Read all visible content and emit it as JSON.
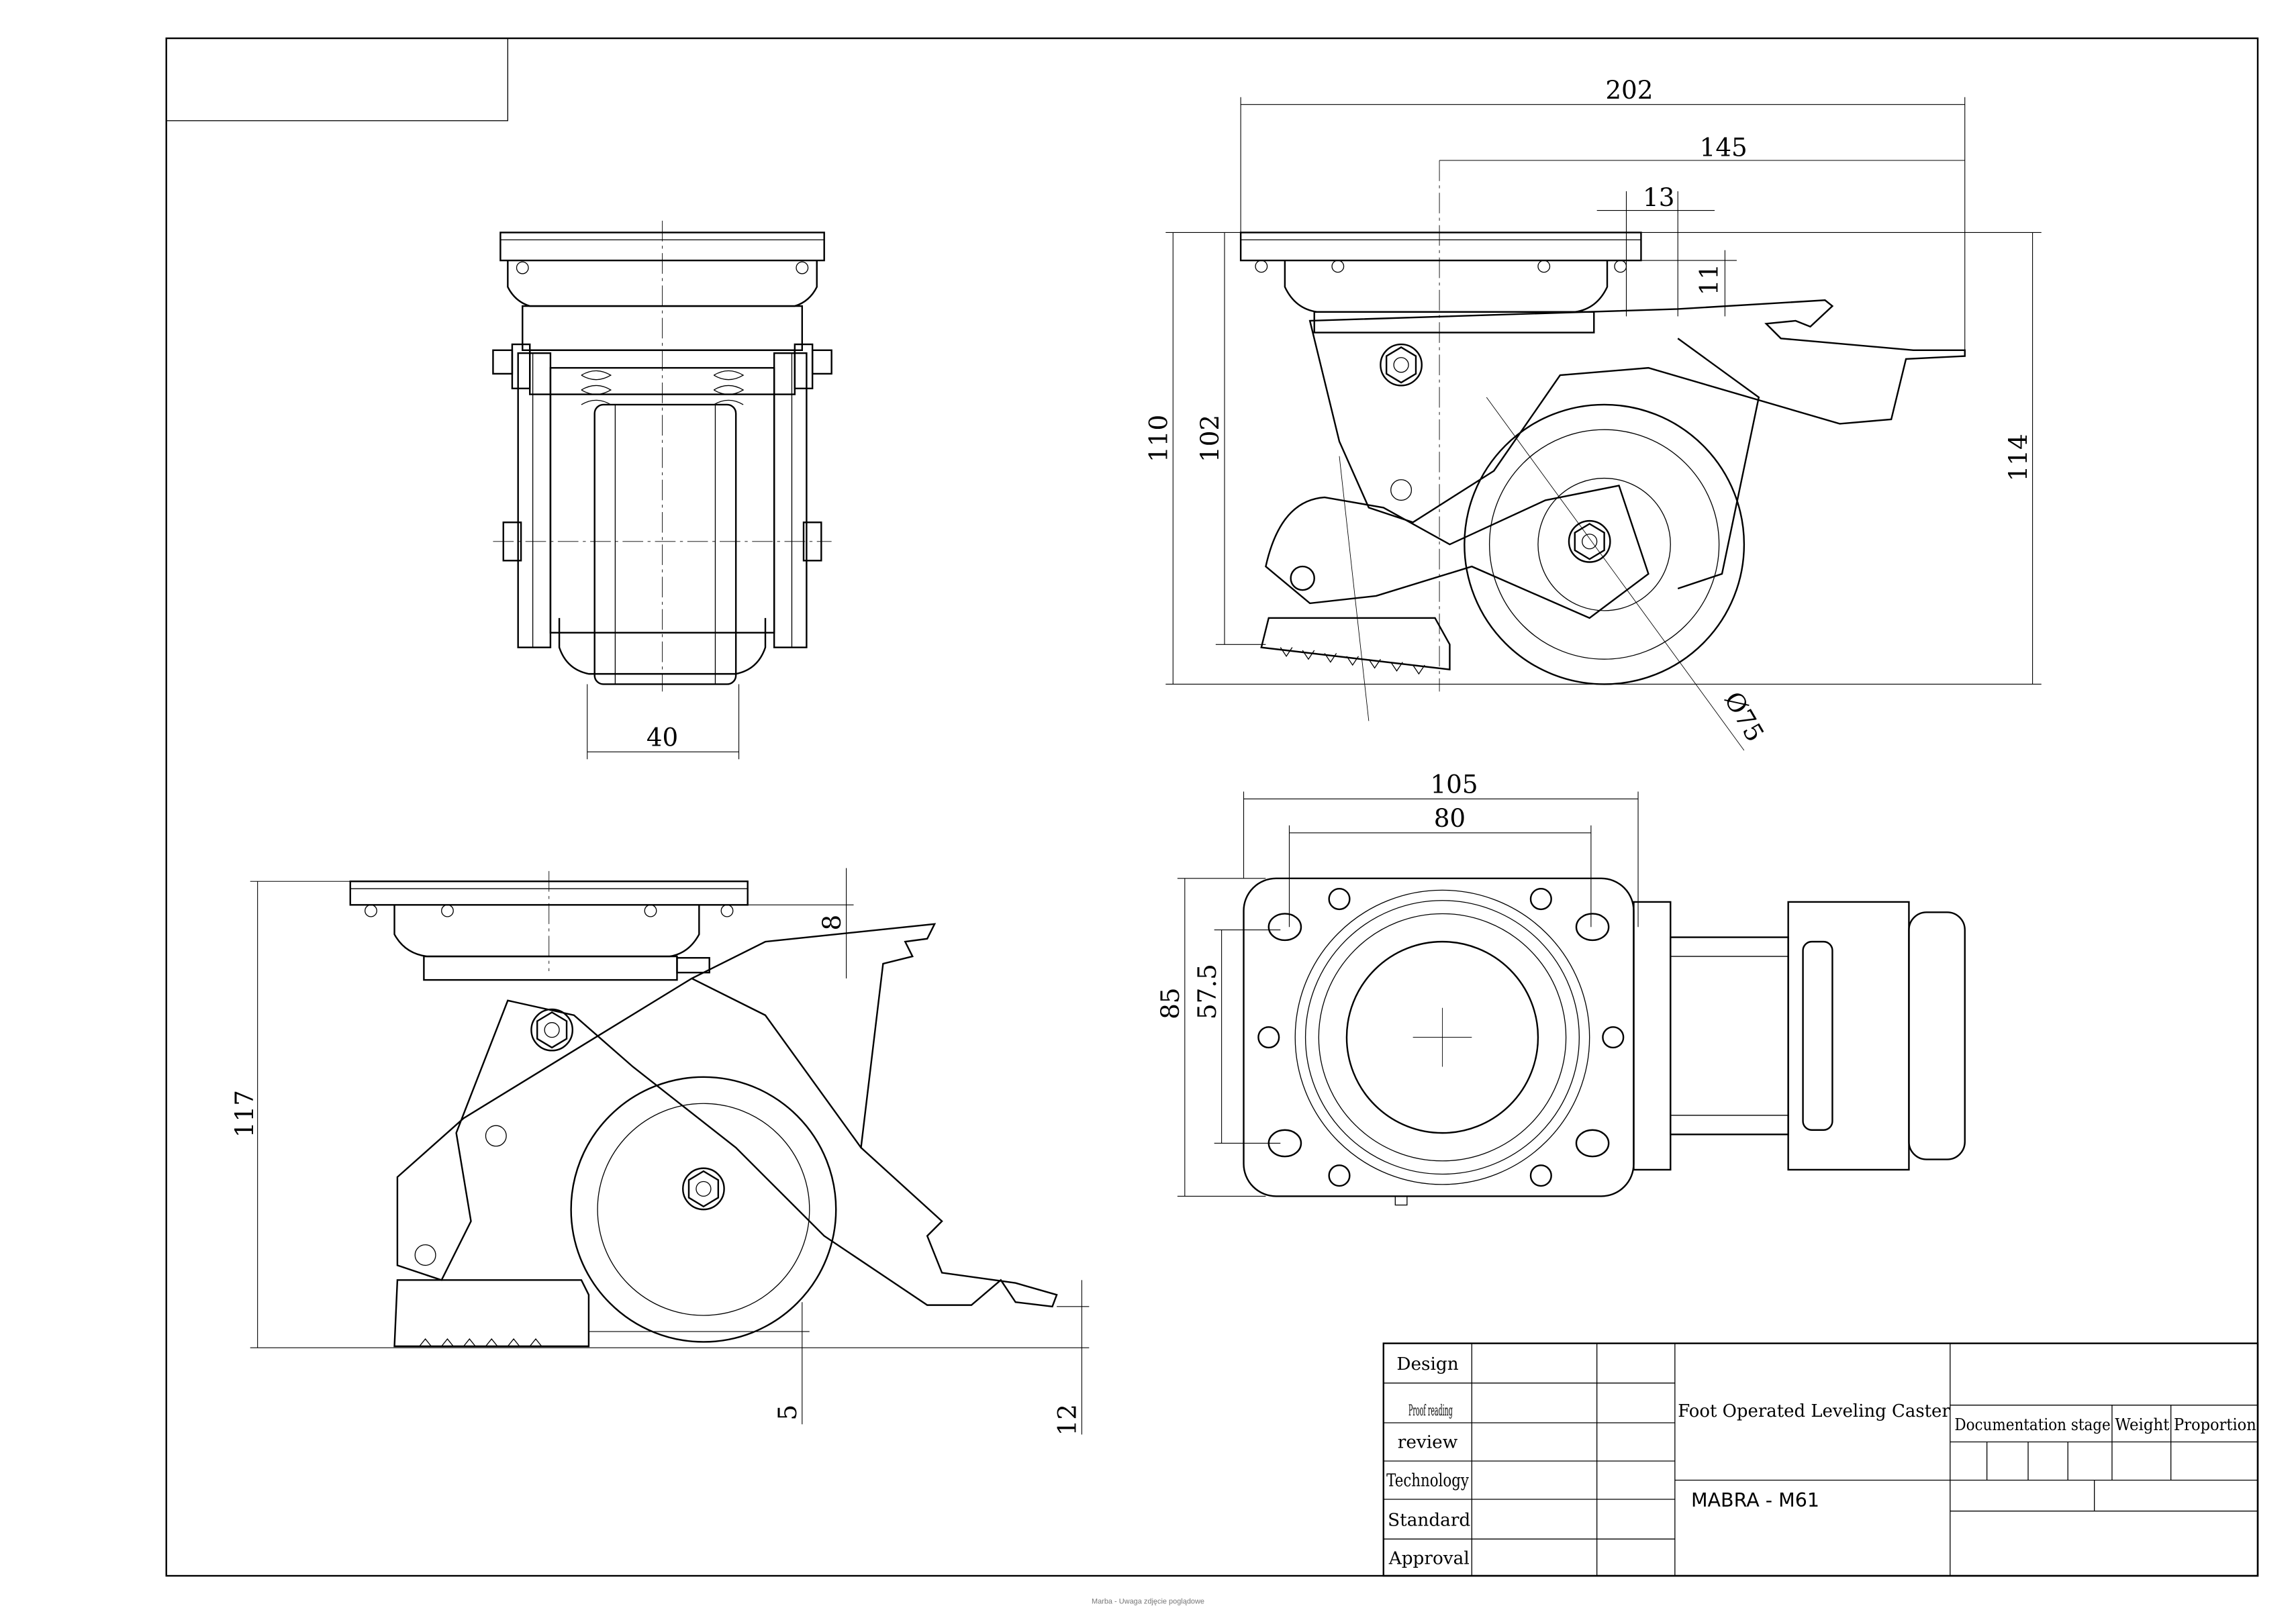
{
  "drawing": {
    "title": "Foot Operated Leveling Caster",
    "model": "MABRA - M61",
    "caption": "Marba - Uwaga zdjęcie poglądowe"
  },
  "title_block": {
    "rows": [
      "Design",
      "Proof reading",
      "review",
      "Technology",
      "Standard",
      "Approval"
    ],
    "headers": [
      "Documentation stage",
      "Weight",
      "Proportion"
    ]
  },
  "dimensions": {
    "front_view": {
      "width": "40"
    },
    "side_view_top": {
      "overall_length": "202",
      "offset": "145",
      "pedal": "13",
      "pedal_height": "11",
      "height_a": "110",
      "height_b": "102",
      "height_c": "114",
      "wheel_diameter": "Ø75"
    },
    "side_view_bottom": {
      "height": "117",
      "pedal_offset": "8",
      "pad_clear": "5",
      "pedal_clear": "12"
    },
    "top_view": {
      "plate_length": "105",
      "hole_spacing_x": "80",
      "plate_width": "85",
      "hole_spacing_y": "57.5"
    }
  }
}
